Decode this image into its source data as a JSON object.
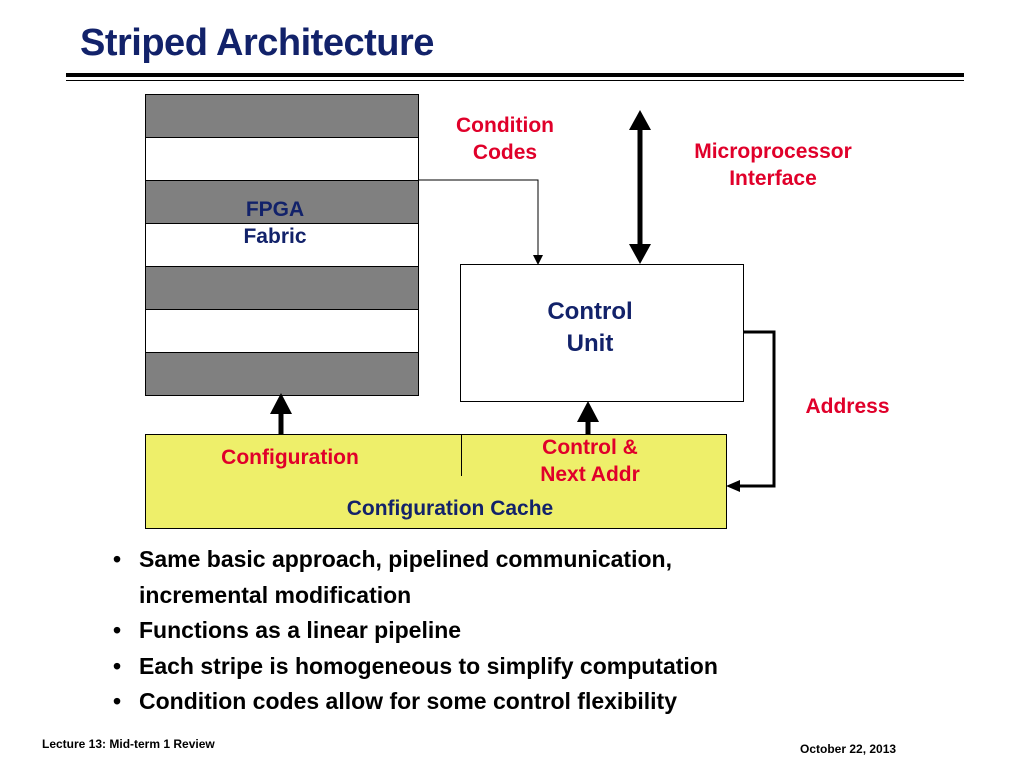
{
  "slide": {
    "title": "Striped Architecture"
  },
  "diagram": {
    "fpga_label": "FPGA\nFabric",
    "condition_codes_label": "Condition\nCodes",
    "microprocessor_label": "Microprocessor\nInterface",
    "control_unit_label": "Control\nUnit",
    "address_label": "Address",
    "configuration_label": "Configuration",
    "control_next_label": "Control &\nNext Addr",
    "cache_label": "Configuration Cache",
    "stripe_pattern": [
      "gray",
      "white",
      "gray",
      "white",
      "gray",
      "white",
      "gray"
    ],
    "colors": {
      "stripe_gray": "#808080",
      "cache_fill": "#eeef6a",
      "label_red": "#e0002a",
      "label_navy": "#12226a"
    }
  },
  "bullets": [
    "Same basic approach, pipelined communication,\n incremental modification",
    "Functions as a linear pipeline",
    "Each stripe is homogeneous to simplify computation",
    "Condition codes allow for some control flexibility"
  ],
  "bullet_marker": "•",
  "footer": {
    "left": "Lecture 13: Mid-term 1 Review",
    "right": "October 22, 2013"
  }
}
